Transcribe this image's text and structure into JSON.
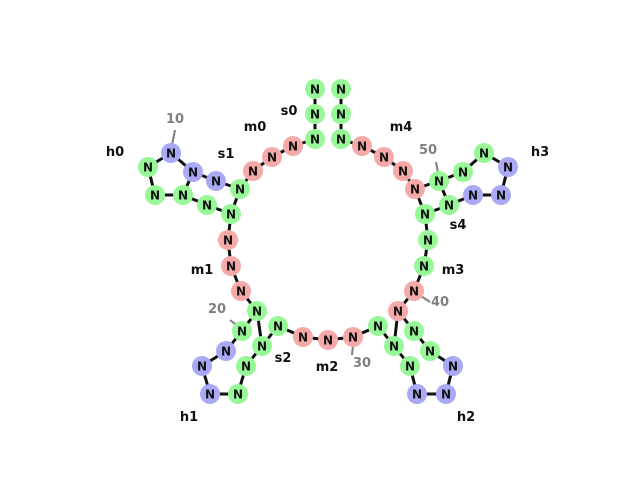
{
  "colors": {
    "background": "#ffffff",
    "bond": "#111111",
    "index_tick": "#808080",
    "atom_text": "#111111",
    "types": {
      "s": "#98f898",
      "m": "#f5a9a9",
      "h": "#a9a9f5"
    }
  },
  "atom_symbol": "N",
  "atoms": [
    {
      "id": "a0",
      "type": "s"
    },
    {
      "id": "a1",
      "type": "s"
    },
    {
      "id": "a2",
      "type": "s"
    },
    {
      "id": "a3",
      "type": "s"
    },
    {
      "id": "a4",
      "type": "s"
    },
    {
      "id": "a5",
      "type": "s"
    },
    {
      "id": "a6",
      "type": "m"
    },
    {
      "id": "a7",
      "type": "m"
    },
    {
      "id": "a8",
      "type": "m"
    },
    {
      "id": "a9",
      "type": "s"
    },
    {
      "id": "a10",
      "type": "h"
    },
    {
      "id": "a11",
      "type": "h"
    },
    {
      "id": "a12",
      "type": "h"
    },
    {
      "id": "a13",
      "type": "s"
    },
    {
      "id": "a14",
      "type": "s"
    },
    {
      "id": "a15",
      "type": "s"
    },
    {
      "id": "a16",
      "type": "s"
    },
    {
      "id": "a17",
      "type": "s"
    },
    {
      "id": "a18",
      "type": "m"
    },
    {
      "id": "a19",
      "type": "m"
    },
    {
      "id": "a20",
      "type": "m"
    },
    {
      "id": "a21",
      "type": "s"
    },
    {
      "id": "a22",
      "type": "s"
    },
    {
      "id": "a23",
      "type": "h"
    },
    {
      "id": "a24",
      "type": "h"
    },
    {
      "id": "a25",
      "type": "h"
    },
    {
      "id": "a26",
      "type": "s"
    },
    {
      "id": "a27",
      "type": "s"
    },
    {
      "id": "a28",
      "type": "s"
    },
    {
      "id": "a29",
      "type": "s"
    },
    {
      "id": "a30",
      "type": "m"
    },
    {
      "id": "a31",
      "type": "m"
    },
    {
      "id": "a32",
      "type": "m"
    },
    {
      "id": "a33",
      "type": "s"
    },
    {
      "id": "a34",
      "type": "s"
    },
    {
      "id": "a35",
      "type": "s"
    },
    {
      "id": "a36",
      "type": "h"
    },
    {
      "id": "a37",
      "type": "h"
    },
    {
      "id": "a38",
      "type": "h"
    },
    {
      "id": "a39",
      "type": "s"
    },
    {
      "id": "a40",
      "type": "m"
    },
    {
      "id": "a41",
      "type": "m"
    },
    {
      "id": "a42",
      "type": "s"
    },
    {
      "id": "a43",
      "type": "s"
    },
    {
      "id": "a44",
      "type": "s"
    },
    {
      "id": "a45",
      "type": "s"
    },
    {
      "id": "a46",
      "type": "s"
    },
    {
      "id": "a47",
      "type": "h"
    },
    {
      "id": "a48",
      "type": "h"
    },
    {
      "id": "a49",
      "type": "h"
    },
    {
      "id": "a50",
      "type": "s"
    },
    {
      "id": "a51",
      "type": "s"
    },
    {
      "id": "a52",
      "type": "s"
    },
    {
      "id": "a53",
      "type": "m"
    },
    {
      "id": "a54",
      "type": "m"
    },
    {
      "id": "a55",
      "type": "m"
    },
    {
      "id": "a56",
      "type": "s"
    },
    {
      "id": "a57",
      "type": "s"
    },
    {
      "id": "a58",
      "type": "s"
    },
    {
      "id": "a59",
      "type": "s"
    }
  ],
  "bonds": [
    [
      "a0",
      "a1"
    ],
    [
      "a1",
      "a2"
    ],
    [
      "a3",
      "a4"
    ],
    [
      "a4",
      "a5"
    ],
    [
      "a2",
      "a6"
    ],
    [
      "a6",
      "a7"
    ],
    [
      "a7",
      "a8"
    ],
    [
      "a8",
      "a9"
    ],
    [
      "a9",
      "a10"
    ],
    [
      "a10",
      "a11"
    ],
    [
      "a11",
      "a12"
    ],
    [
      "a10",
      "a13"
    ],
    [
      "a13",
      "a9"
    ],
    [
      "a12",
      "a14"
    ],
    [
      "a14",
      "a15"
    ],
    [
      "a15",
      "a16"
    ],
    [
      "a16",
      "a9"
    ],
    [
      "a16",
      "a17"
    ],
    [
      "a17",
      "a18"
    ],
    [
      "a18",
      "a19"
    ],
    [
      "a19",
      "a20"
    ],
    [
      "a20",
      "a21"
    ],
    [
      "a21",
      "a22"
    ],
    [
      "a22",
      "a23"
    ],
    [
      "a23",
      "a24"
    ],
    [
      "a24",
      "a25"
    ],
    [
      "a25",
      "a26"
    ],
    [
      "a26",
      "a27"
    ],
    [
      "a27",
      "a21"
    ],
    [
      "a21",
      "a28"
    ],
    [
      "a28",
      "a29"
    ],
    [
      "a29",
      "a30"
    ],
    [
      "a30",
      "a31"
    ],
    [
      "a31",
      "a32"
    ],
    [
      "a32",
      "a33"
    ],
    [
      "a33",
      "a34"
    ],
    [
      "a34",
      "a35"
    ],
    [
      "a35",
      "a36"
    ],
    [
      "a36",
      "a37"
    ],
    [
      "a37",
      "a38"
    ],
    [
      "a38",
      "a39"
    ],
    [
      "a39",
      "a33"
    ],
    [
      "a33",
      "a42"
    ],
    [
      "a42",
      "a40"
    ],
    [
      "a40",
      "a41"
    ],
    [
      "a41",
      "a43"
    ],
    [
      "a43",
      "a44"
    ],
    [
      "a44",
      "a45"
    ],
    [
      "a45",
      "a46"
    ],
    [
      "a46",
      "a47"
    ],
    [
      "a47",
      "a48"
    ],
    [
      "a48",
      "a49"
    ],
    [
      "a49",
      "a50"
    ],
    [
      "a50",
      "a43"
    ],
    [
      "a43",
      "a51"
    ],
    [
      "a51",
      "a52"
    ],
    [
      "a52",
      "a53"
    ],
    [
      "a53",
      "a54"
    ],
    [
      "a54",
      "a55"
    ],
    [
      "a55",
      "a5"
    ]
  ],
  "group_labels": [
    {
      "id": "s0",
      "text": "s0"
    },
    {
      "id": "m0",
      "text": "m0"
    },
    {
      "id": "h0",
      "text": "h0"
    },
    {
      "id": "s1",
      "text": "s1"
    },
    {
      "id": "m1",
      "text": "m1"
    },
    {
      "id": "h1",
      "text": "h1"
    },
    {
      "id": "s2",
      "text": "s2"
    },
    {
      "id": "m2",
      "text": "m2"
    },
    {
      "id": "h2",
      "text": "h2"
    },
    {
      "id": "m3",
      "text": "m3"
    },
    {
      "id": "s4",
      "text": "s4"
    },
    {
      "id": "h3",
      "text": "h3"
    },
    {
      "id": "m4",
      "text": "m4"
    }
  ],
  "index_labels": [
    {
      "id": "i10",
      "text": "10"
    },
    {
      "id": "i20",
      "text": "20"
    },
    {
      "id": "i30",
      "text": "30"
    },
    {
      "id": "i40",
      "text": "40"
    },
    {
      "id": "i50",
      "text": "50"
    }
  ]
}
